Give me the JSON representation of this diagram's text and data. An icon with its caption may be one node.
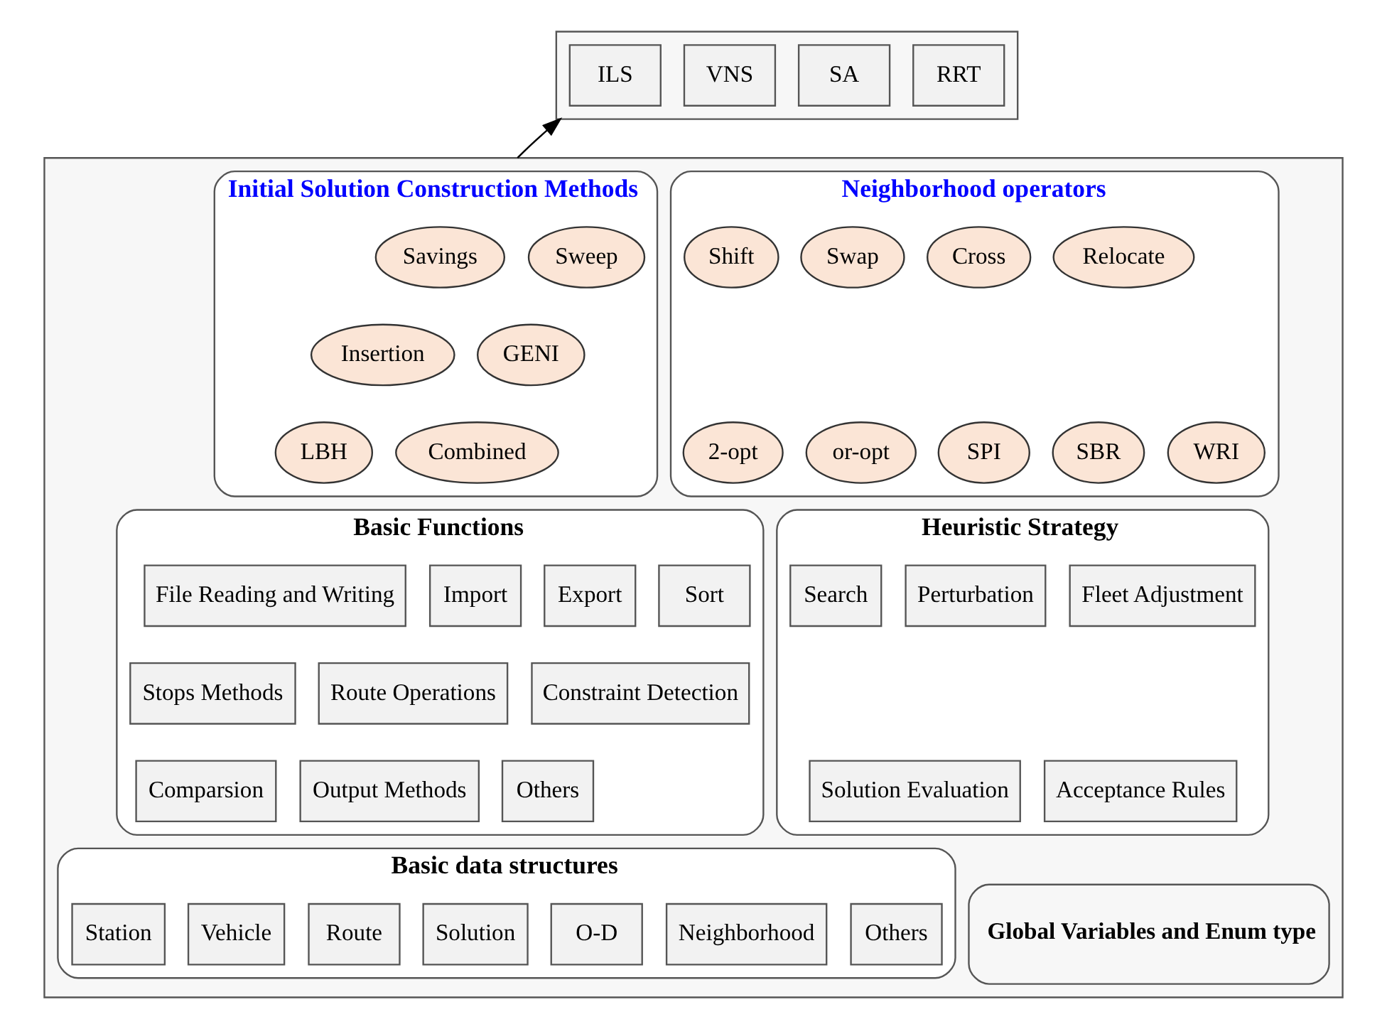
{
  "diagram": {
    "nodes": [
      {
        "text": [],
        "shape": "box"
      },
      {
        "text": [
          "ILS"
        ],
        "in": 0
      },
      {
        "text": [
          "VNS"
        ],
        "in": 0
      },
      {
        "text": [
          "SA"
        ],
        "in": 0
      },
      {
        "text": [
          "RRT"
        ],
        "in": 0
      },
      {
        "text": [],
        "shape": "box"
      },
      {
        "text": [
          "Initial Solution Construction Methods"
        ],
        "in": 5
      },
      {
        "text": [
          "Savings"
        ],
        "in": 6
      },
      {
        "text": [
          "Sweep"
        ],
        "in": 6
      },
      {
        "text": [
          "Insertion"
        ],
        "in": 6
      },
      {
        "text": [
          "GENI"
        ],
        "in": 6
      },
      {
        "text": [
          "LBH"
        ],
        "in": 6
      },
      {
        "text": [
          "Combined"
        ],
        "in": 6
      },
      {
        "text": [
          "Neighborhood operators"
        ],
        "in": 5
      },
      {
        "text": [
          "Shift"
        ],
        "in": 13
      },
      {
        "text": [
          "Swap"
        ],
        "in": 13
      },
      {
        "text": [
          "Cross"
        ],
        "in": 13
      },
      {
        "text": [
          "Relocate"
        ],
        "in": 13
      },
      {
        "text": [
          "2-opt"
        ],
        "in": 13
      },
      {
        "text": [
          "or-opt"
        ],
        "in": 13
      },
      {
        "text": [
          "SPI"
        ],
        "in": 13
      },
      {
        "text": [
          "SBR"
        ],
        "in": 13
      },
      {
        "text": [
          "WRI"
        ],
        "in": 13
      },
      {
        "text": [
          "Basic Functions"
        ],
        "in": 5
      },
      {
        "text": [
          "File Reading and Writing"
        ],
        "in": 23
      },
      {
        "text": [
          "Import"
        ],
        "in": 23
      },
      {
        "text": [
          "Export"
        ],
        "in": 23
      },
      {
        "text": [
          "Sort"
        ],
        "in": 23
      },
      {
        "text": [
          "Stops Methods"
        ],
        "in": 23
      },
      {
        "text": [
          "Route Operations"
        ],
        "in": 23
      },
      {
        "text": [
          "Constraint Detection"
        ],
        "in": 23
      },
      {
        "text": [
          "Comparsion"
        ],
        "in": 23
      },
      {
        "text": [
          "Output Methods"
        ],
        "in": 23
      },
      {
        "text": [
          "Others"
        ],
        "in": 23
      },
      {
        "text": [
          "Heuristic Strategy"
        ],
        "in": 5
      },
      {
        "text": [
          "Search"
        ],
        "in": 34
      },
      {
        "text": [
          "Perturbation"
        ],
        "in": 34
      },
      {
        "text": [
          "Fleet Adjustment"
        ],
        "in": 34
      },
      {
        "text": [
          "Solution Evaluation"
        ],
        "in": 34
      },
      {
        "text": [
          "Acceptance Rules"
        ],
        "in": 34
      },
      {
        "text": [
          "Basic data structures"
        ],
        "in": 5
      },
      {
        "text": [
          "Station"
        ],
        "in": 40
      },
      {
        "text": [
          "Vehicle"
        ],
        "in": 40
      },
      {
        "text": [
          "Route"
        ],
        "in": 40
      },
      {
        "text": [
          "Solution"
        ],
        "in": 40
      },
      {
        "text": [
          "O-D"
        ],
        "in": 40
      },
      {
        "text": [
          "Neighborhood"
        ],
        "in": 40
      },
      {
        "text": [
          "Others"
        ],
        "in": 40
      },
      {
        "text": [
          "Global Variables and Enum type"
        ],
        "in": 5
      }
    ],
    "edges": [
      {
        "from": 5,
        "to": 0,
        "arrow": "to"
      }
    ]
  }
}
